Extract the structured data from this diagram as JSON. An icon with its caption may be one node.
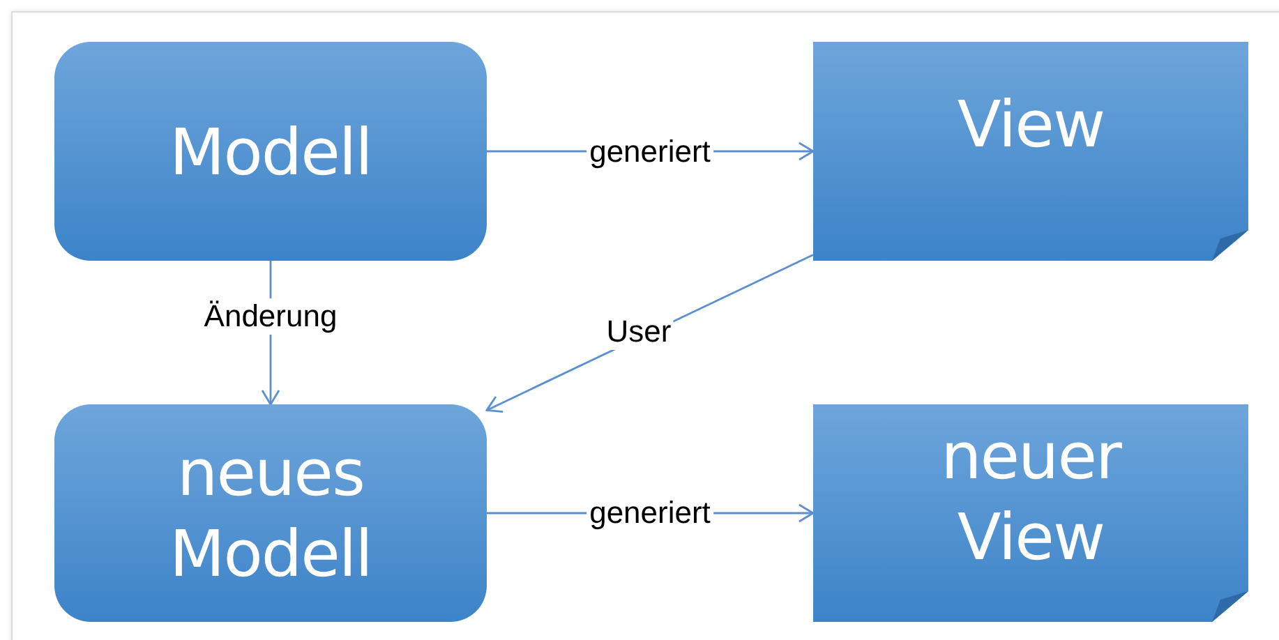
{
  "diagram": {
    "nodes": [
      {
        "text": [
          "Modell"
        ]
      },
      {
        "text": [
          "View"
        ]
      },
      {
        "text": [
          "neues Modell"
        ]
      },
      {
        "text": [
          "neuer View"
        ]
      }
    ],
    "edges": [
      {
        "from": 0,
        "to": 1,
        "arrow": "to",
        "label": "generiert"
      },
      {
        "from": 0,
        "to": 2,
        "arrow": "to",
        "label": "Änderung"
      },
      {
        "from": 1,
        "to": 2,
        "arrow": "to",
        "label": "User"
      },
      {
        "from": 2,
        "to": 3,
        "arrow": "to",
        "label": "generiert"
      }
    ]
  }
}
